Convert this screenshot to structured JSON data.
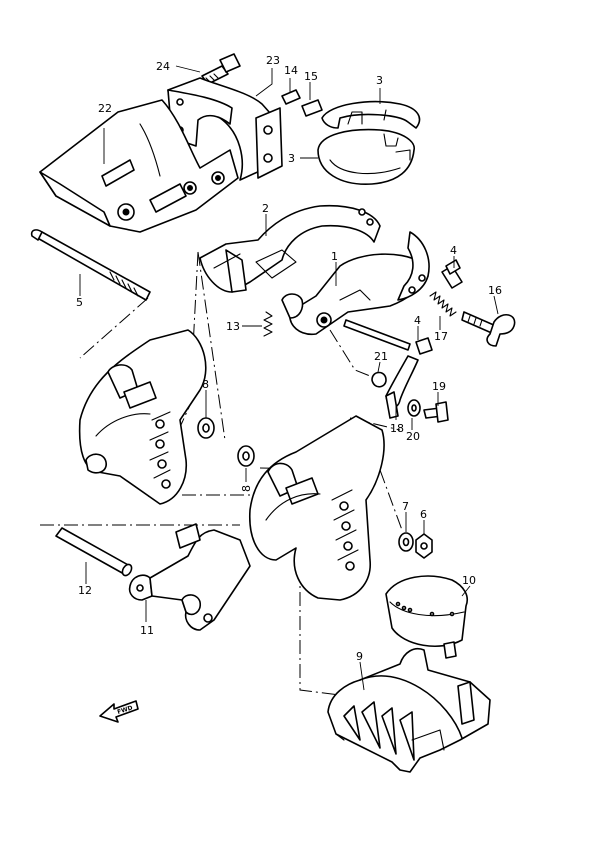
{
  "callouts": [
    "1",
    "2",
    "3",
    "3",
    "4",
    "4",
    "5",
    "6",
    "7",
    "8",
    "8",
    "9",
    "10",
    "11",
    "12",
    "13",
    "14",
    "15",
    "16",
    "17",
    "18",
    "19",
    "20",
    "21",
    "22",
    "23",
    "24"
  ],
  "fwd_label": "FWD"
}
